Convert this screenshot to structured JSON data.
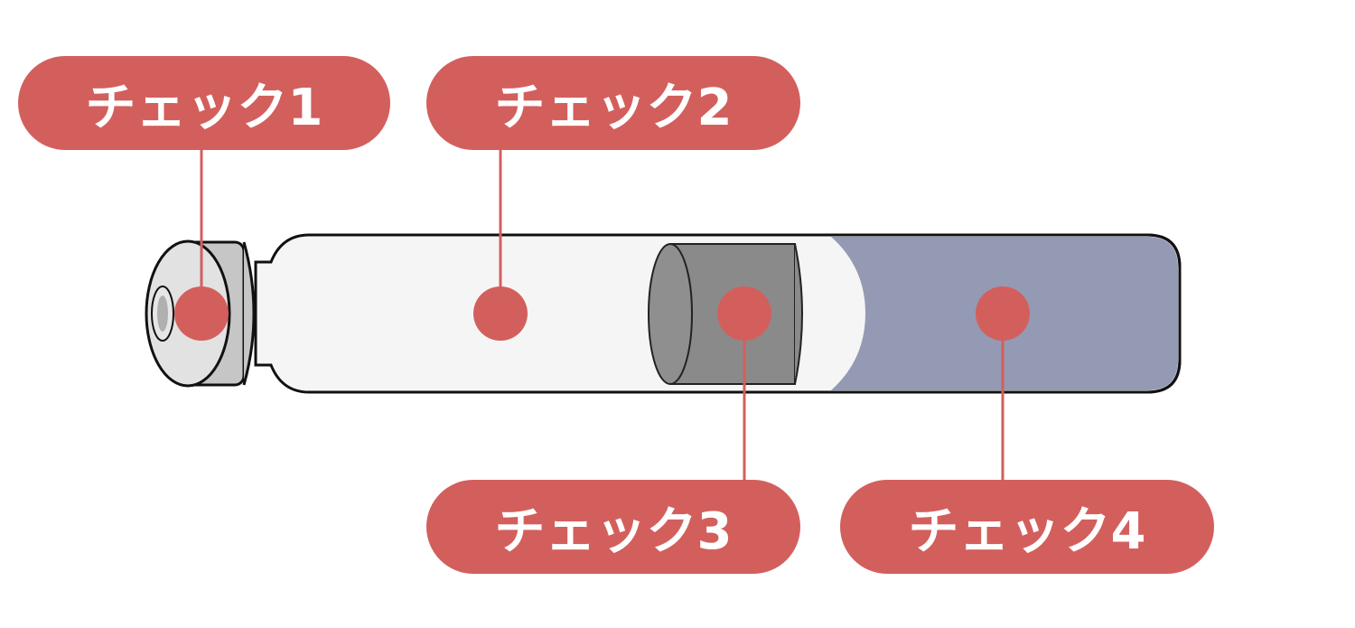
{
  "labels": {
    "check1": "チェック1",
    "check2": "チェック2",
    "check3": "チェック3",
    "check4": "チェック4"
  },
  "colors": {
    "accent": "#d35f5d",
    "tube_body": "#f5f5f5",
    "filter_end": "#949ab4",
    "inner_cylinder": "#8a8a8a",
    "cap": "#c8c8c8",
    "outline": "#111111"
  }
}
